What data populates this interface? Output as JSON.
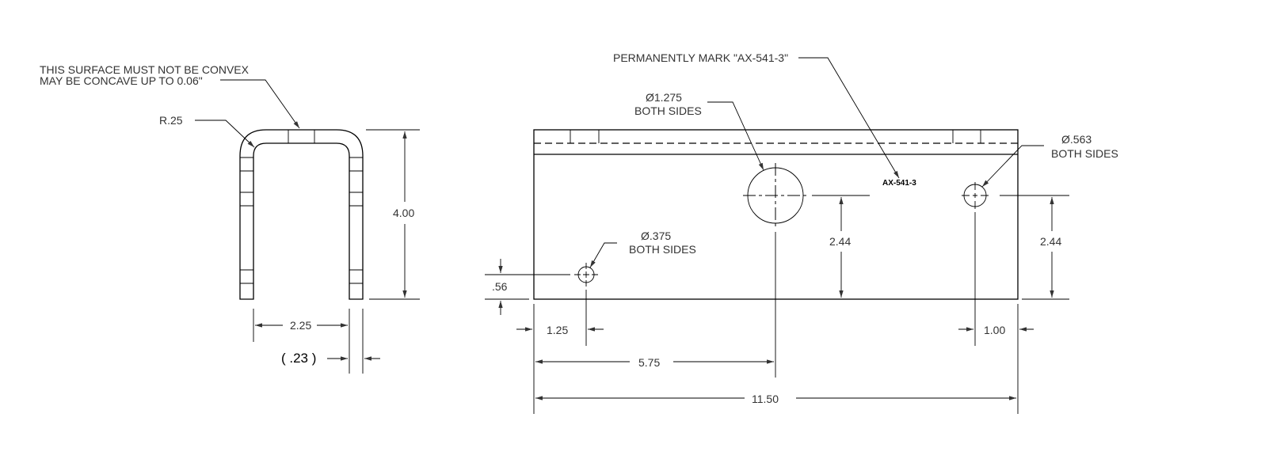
{
  "notes": {
    "surface_line1": "THIS SURFACE MUST NOT BE CONVEX",
    "surface_line2": "MAY BE CONCAVE UP TO 0.06\"",
    "radius": "R.25",
    "mark_callout": "PERMANENTLY MARK \"AX-541-3\"",
    "part_mark": "AX-541-3"
  },
  "holes": {
    "large": {
      "dia": "Ø1.275",
      "note": "BOTH SIDES"
    },
    "right": {
      "dia": "Ø.563",
      "note": "BOTH SIDES"
    },
    "small": {
      "dia": "Ø.375",
      "note": "BOTH SIDES"
    }
  },
  "dimensions": {
    "height": "4.00",
    "inner_width": "2.25",
    "thickness": "( .23 )",
    "hole_height_mid": "2.44",
    "hole_height_right": "2.44",
    "small_hole_height": ".56",
    "small_hole_x": "1.25",
    "right_hole_x": "1.00",
    "large_hole_x": "5.75",
    "overall_length": "11.50"
  }
}
